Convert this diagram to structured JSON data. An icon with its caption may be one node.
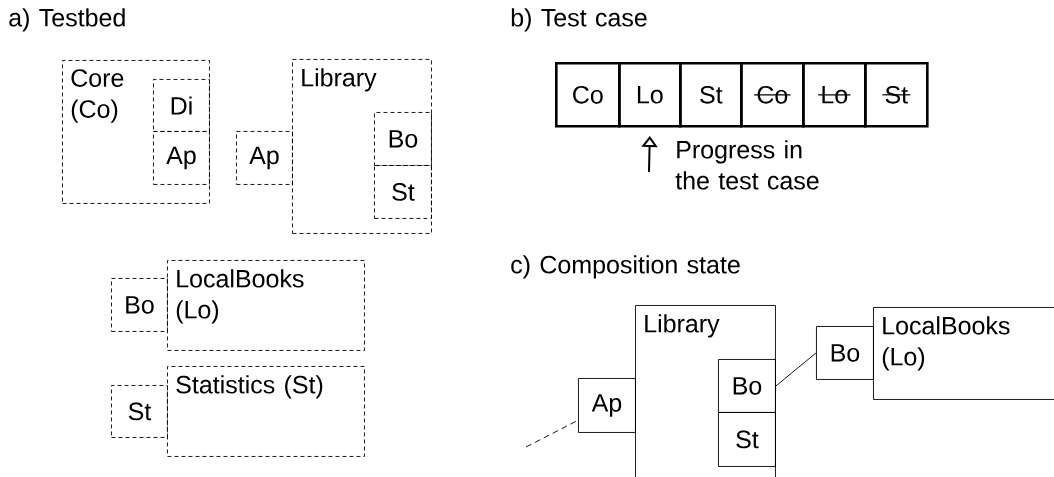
{
  "diagram": {
    "nodes": [
      {
        "text": [
          "Core (Co)"
        ]
      },
      {
        "text": [
          "Di"
        ],
        "in": 0
      },
      {
        "text": [
          "Ap"
        ],
        "in": 0
      },
      {
        "text": [
          "Ap"
        ]
      },
      {
        "text": [
          "Library"
        ]
      },
      {
        "text": [
          "Bo"
        ],
        "in": 4
      },
      {
        "text": [
          "St"
        ],
        "in": 4
      },
      {
        "text": [
          "Bo"
        ]
      },
      {
        "text": [
          "LocalBooks (Lo)"
        ]
      },
      {
        "text": [
          "St"
        ]
      },
      {
        "text": [
          "Statistics (St)"
        ]
      },
      {
        "text": [
          "Co"
        ]
      },
      {
        "text": [
          "Lo"
        ]
      },
      {
        "text": [
          "St"
        ]
      },
      {
        "text": [
          "Co"
        ]
      },
      {
        "text": [
          "Lo"
        ]
      },
      {
        "text": [
          "St"
        ]
      },
      {
        "text": [
          "Library"
        ]
      },
      {
        "text": [
          "Ap"
        ]
      },
      {
        "text": [
          "Bo"
        ],
        "in": 17
      },
      {
        "text": [
          "St"
        ],
        "in": 17
      },
      {
        "text": [
          "Bo"
        ]
      },
      {
        "text": [
          "LocalBooks (Lo)"
        ]
      }
    ],
    "edges": [
      {
        "from": null,
        "to": 12,
        "arrow": "to"
      },
      {
        "from": 19,
        "to": 21,
        "arrow": "none"
      },
      {
        "from": null,
        "to": 18,
        "arrow": "none",
        "style": "dashed"
      }
    ],
    "labels": [
      "a) Testbed",
      "b) Test case",
      "c) Composition state",
      "Progress in the test case"
    ]
  }
}
